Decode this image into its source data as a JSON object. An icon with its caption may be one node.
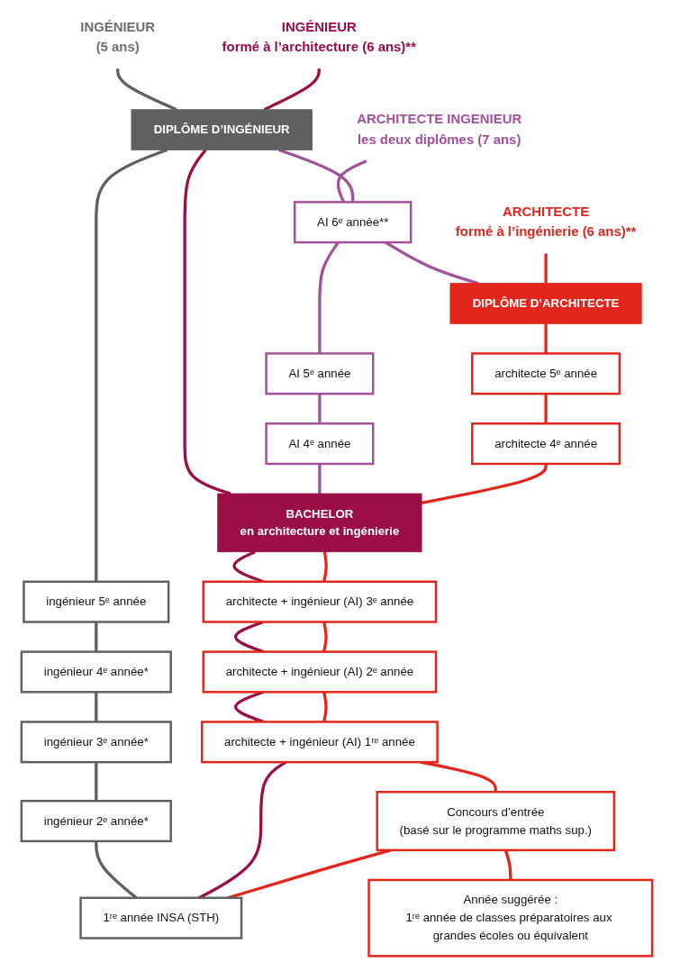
{
  "diagram": {
    "nodes": [
      {
        "text": [
          "INGÉNIEUR",
          "(5 ans)"
        ]
      },
      {
        "text": [
          "INGÉNIEUR",
          "formé à l’architecture (6 ans)**"
        ]
      },
      {
        "text": [
          "ARCHITECTE INGENIEUR",
          "les deux diplômes (7 ans)"
        ]
      },
      {
        "text": [
          "ARCHITECTE",
          "formé à l’ingénierie (6 ans)**"
        ]
      },
      {
        "text": [
          "DIPLÔME D’INGÉNIEUR"
        ]
      },
      {
        "text": [
          "AI 6ᵉ année**"
        ]
      },
      {
        "text": [
          "DIPLÔME D’ARCHITECTE"
        ]
      },
      {
        "text": [
          "ingénieur 5ᵉ année"
        ]
      },
      {
        "text": [
          "AI 5ᵉ année"
        ]
      },
      {
        "text": [
          "architecte 5ᵉ année"
        ]
      },
      {
        "text": [
          "ingénieur 4ᵉ année*"
        ]
      },
      {
        "text": [
          "AI 4ᵉ année"
        ]
      },
      {
        "text": [
          "architecte 4ᵉ année"
        ]
      },
      {
        "text": [
          "BACHELOR",
          "en architecture et ingénierie"
        ]
      },
      {
        "text": [
          "ingénieur 3ᵉ année*"
        ]
      },
      {
        "text": [
          "architecte + ingénieur (AI) 3ᵉ année"
        ]
      },
      {
        "text": [
          "ingénieur 2ᵉ année*"
        ]
      },
      {
        "text": [
          "architecte + ingénieur (AI) 2ᵉ année"
        ]
      },
      {
        "text": [
          "architecte + ingénieur (AI) 1ʳᵉ année"
        ]
      },
      {
        "text": [
          "Concours d’entrée",
          "(basé sur le programme maths sup.)"
        ]
      },
      {
        "text": [
          "Année suggérée :",
          "1ʳᵉ année de classes préparatoires aux grandes écoles ou équivalent"
        ]
      },
      {
        "text": [
          "1ʳᵉ année INSA (STH)"
        ]
      }
    ],
    "edges": [
      {
        "from": 0,
        "to": 4,
        "arrow": "none",
        "color": "#5f6062"
      },
      {
        "from": 4,
        "to": 7,
        "arrow": "none",
        "color": "#5f6062"
      },
      {
        "from": 7,
        "to": 10,
        "arrow": "none",
        "color": "#5f6062"
      },
      {
        "from": 10,
        "to": 14,
        "arrow": "none",
        "color": "#5f6062"
      },
      {
        "from": 14,
        "to": 16,
        "arrow": "none",
        "color": "#5f6062"
      },
      {
        "from": 16,
        "to": 21,
        "arrow": "none",
        "color": "#5f6062"
      },
      {
        "from": 1,
        "to": 4,
        "arrow": "none",
        "color": "#9b0e45"
      },
      {
        "from": 4,
        "to": 13,
        "arrow": "none",
        "color": "#9b0e45"
      },
      {
        "from": 13,
        "to": 15,
        "arrow": "none",
        "color": "#9b0e45"
      },
      {
        "from": 15,
        "to": 17,
        "arrow": "none",
        "color": "#9b0e45"
      },
      {
        "from": 17,
        "to": 18,
        "arrow": "none",
        "color": "#9b0e45"
      },
      {
        "from": 18,
        "to": 21,
        "arrow": "none",
        "color": "#9b0e45"
      },
      {
        "from": 2,
        "to": 5,
        "arrow": "none",
        "color": "#a2519a"
      },
      {
        "from": 4,
        "to": 5,
        "arrow": "none",
        "color": "#a2519a"
      },
      {
        "from": 5,
        "to": 6,
        "arrow": "none",
        "color": "#a2519a"
      },
      {
        "from": 5,
        "to": 8,
        "arrow": "none",
        "color": "#a2519a"
      },
      {
        "from": 8,
        "to": 11,
        "arrow": "none",
        "color": "#a2519a"
      },
      {
        "from": 11,
        "to": 13,
        "arrow": "none",
        "color": "#a2519a"
      },
      {
        "from": 3,
        "to": 6,
        "arrow": "none"
      },
      {
        "from": 6,
        "to": 9,
        "arrow": "none"
      },
      {
        "from": 9,
        "to": 12,
        "arrow": "none"
      },
      {
        "from": 12,
        "to": 13,
        "arrow": "none"
      },
      {
        "from": 13,
        "to": 15,
        "arrow": "none"
      },
      {
        "from": 15,
        "to": 17,
        "arrow": "none"
      },
      {
        "from": 17,
        "to": 18,
        "arrow": "none"
      },
      {
        "from": 18,
        "to": 19,
        "arrow": "none"
      },
      {
        "from": 19,
        "to": 20,
        "arrow": "none"
      },
      {
        "from": 19,
        "to": 21,
        "arrow": "none"
      }
    ]
  }
}
